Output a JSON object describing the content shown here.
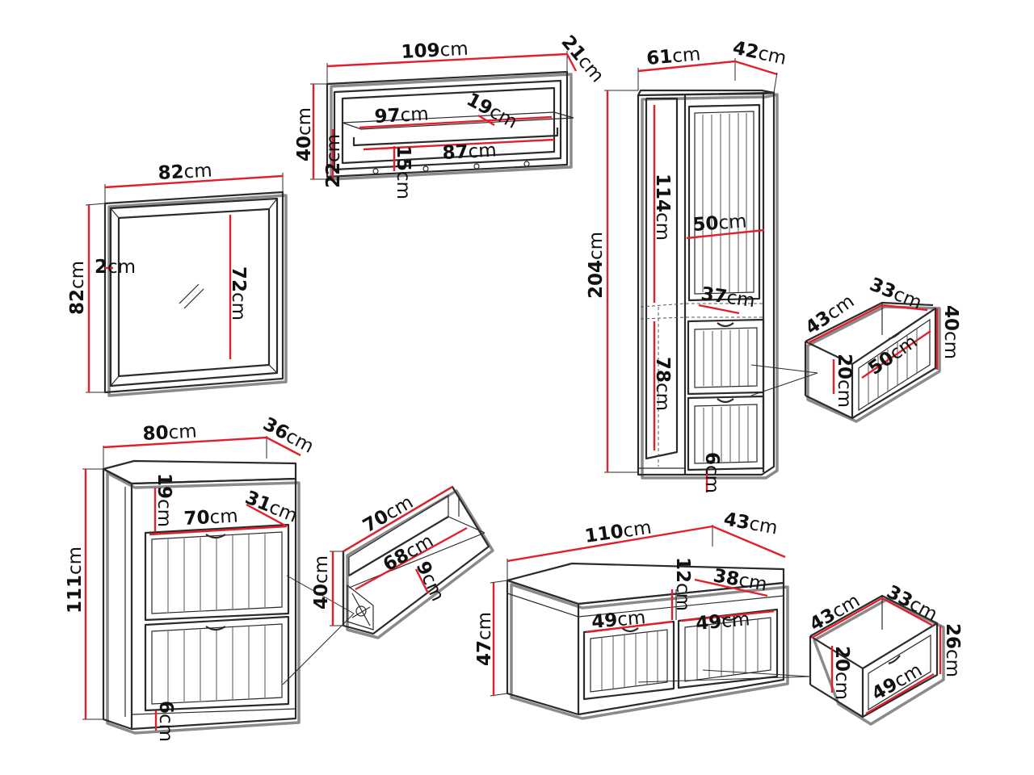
{
  "units": "cm",
  "wall_shelf": {
    "width": "109",
    "depth": "21",
    "height": "40",
    "shelf_width": "97",
    "shelf_depth": "19",
    "rail_width": "87",
    "side_height": "22",
    "hook_height": "15"
  },
  "mirror": {
    "width": "82",
    "height": "82",
    "frame": "2",
    "glass_height": "72"
  },
  "cabinet": {
    "width": "61",
    "depth": "42",
    "height": "204",
    "upper_height": "114",
    "inner_width": "50",
    "shelf_depth": "37",
    "lower_height": "78",
    "plinth": "6"
  },
  "cabinet_drawer": {
    "depth": "43",
    "inner_depth": "33",
    "width": "50",
    "height": "40",
    "inner_height": "20"
  },
  "shoe_cabinet": {
    "width": "80",
    "depth": "36",
    "height": "111",
    "top_gap": "19",
    "flap_width": "70",
    "inner_depth": "31",
    "plinth": "6"
  },
  "shoe_flap": {
    "width": "70",
    "inner_width": "68",
    "height": "40",
    "shelf": "9"
  },
  "bench": {
    "width": "110",
    "depth": "43",
    "height": "47",
    "top_gap": "12",
    "inner_depth": "38",
    "drawer_left": "49",
    "drawer_right": "49"
  },
  "bench_drawer": {
    "depth": "43",
    "inner_depth": "33",
    "width": "49",
    "height": "26",
    "inner_height": "20"
  }
}
